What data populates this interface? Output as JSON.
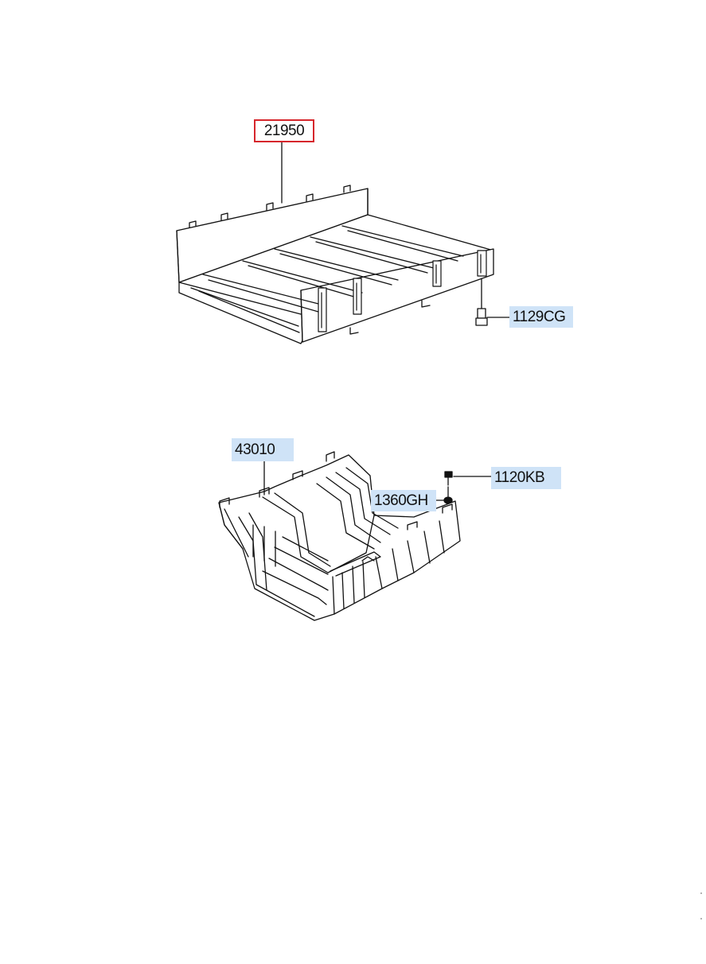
{
  "callouts": {
    "p21950": "21950",
    "p1129CG": "1129CG",
    "p43010": "43010",
    "p1120KB": "1120KB",
    "p1360GH": "1360GH"
  },
  "colors": {
    "selected_border": "#d6262c",
    "highlight_fill": "#cfe3f7",
    "line": "#111111"
  }
}
